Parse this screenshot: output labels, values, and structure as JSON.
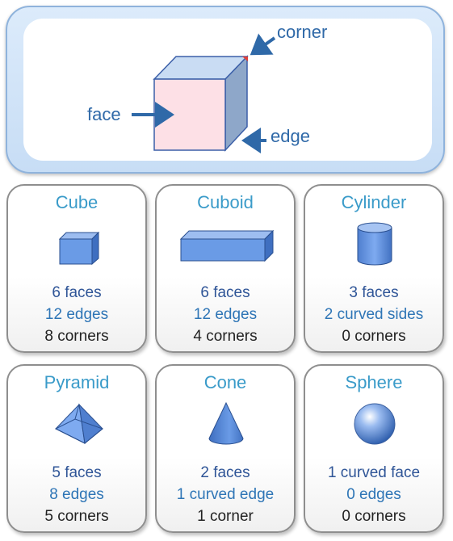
{
  "diagram": {
    "labels": {
      "corner": "corner",
      "face": "face",
      "edge": "edge"
    }
  },
  "shapes": [
    {
      "id": "cube",
      "name": "Cube",
      "lines": [
        "6 faces",
        "12 edges",
        "8 corners"
      ],
      "icon": "cube-icon"
    },
    {
      "id": "cuboid",
      "name": "Cuboid",
      "lines": [
        "6 faces",
        "12 edges",
        "4 corners"
      ],
      "icon": "cuboid-icon"
    },
    {
      "id": "cylinder",
      "name": "Cylinder",
      "lines": [
        "3 faces",
        "2 curved sides",
        "0 corners"
      ],
      "icon": "cylinder-icon"
    },
    {
      "id": "pyramid",
      "name": "Pyramid",
      "lines": [
        "5 faces",
        "8 edges",
        "5 corners"
      ],
      "icon": "pyramid-icon"
    },
    {
      "id": "cone",
      "name": "Cone",
      "lines": [
        "2 faces",
        "1 curved edge",
        "1 corner"
      ],
      "icon": "cone-icon"
    },
    {
      "id": "sphere",
      "name": "Sphere",
      "lines": [
        "1 curved face",
        "0 edges",
        "0 corners"
      ],
      "icon": "sphere-icon"
    }
  ],
  "colors": {
    "title": "#3a9bc9",
    "line_faces": "#2f5597",
    "line_edges": "#2e75b6",
    "line_corners": "#222222",
    "shape_fill": "#5b8ee0",
    "arrow": "#2f69a8",
    "corner_marker": "#e0403a",
    "face_fill": "#fde0e6"
  }
}
